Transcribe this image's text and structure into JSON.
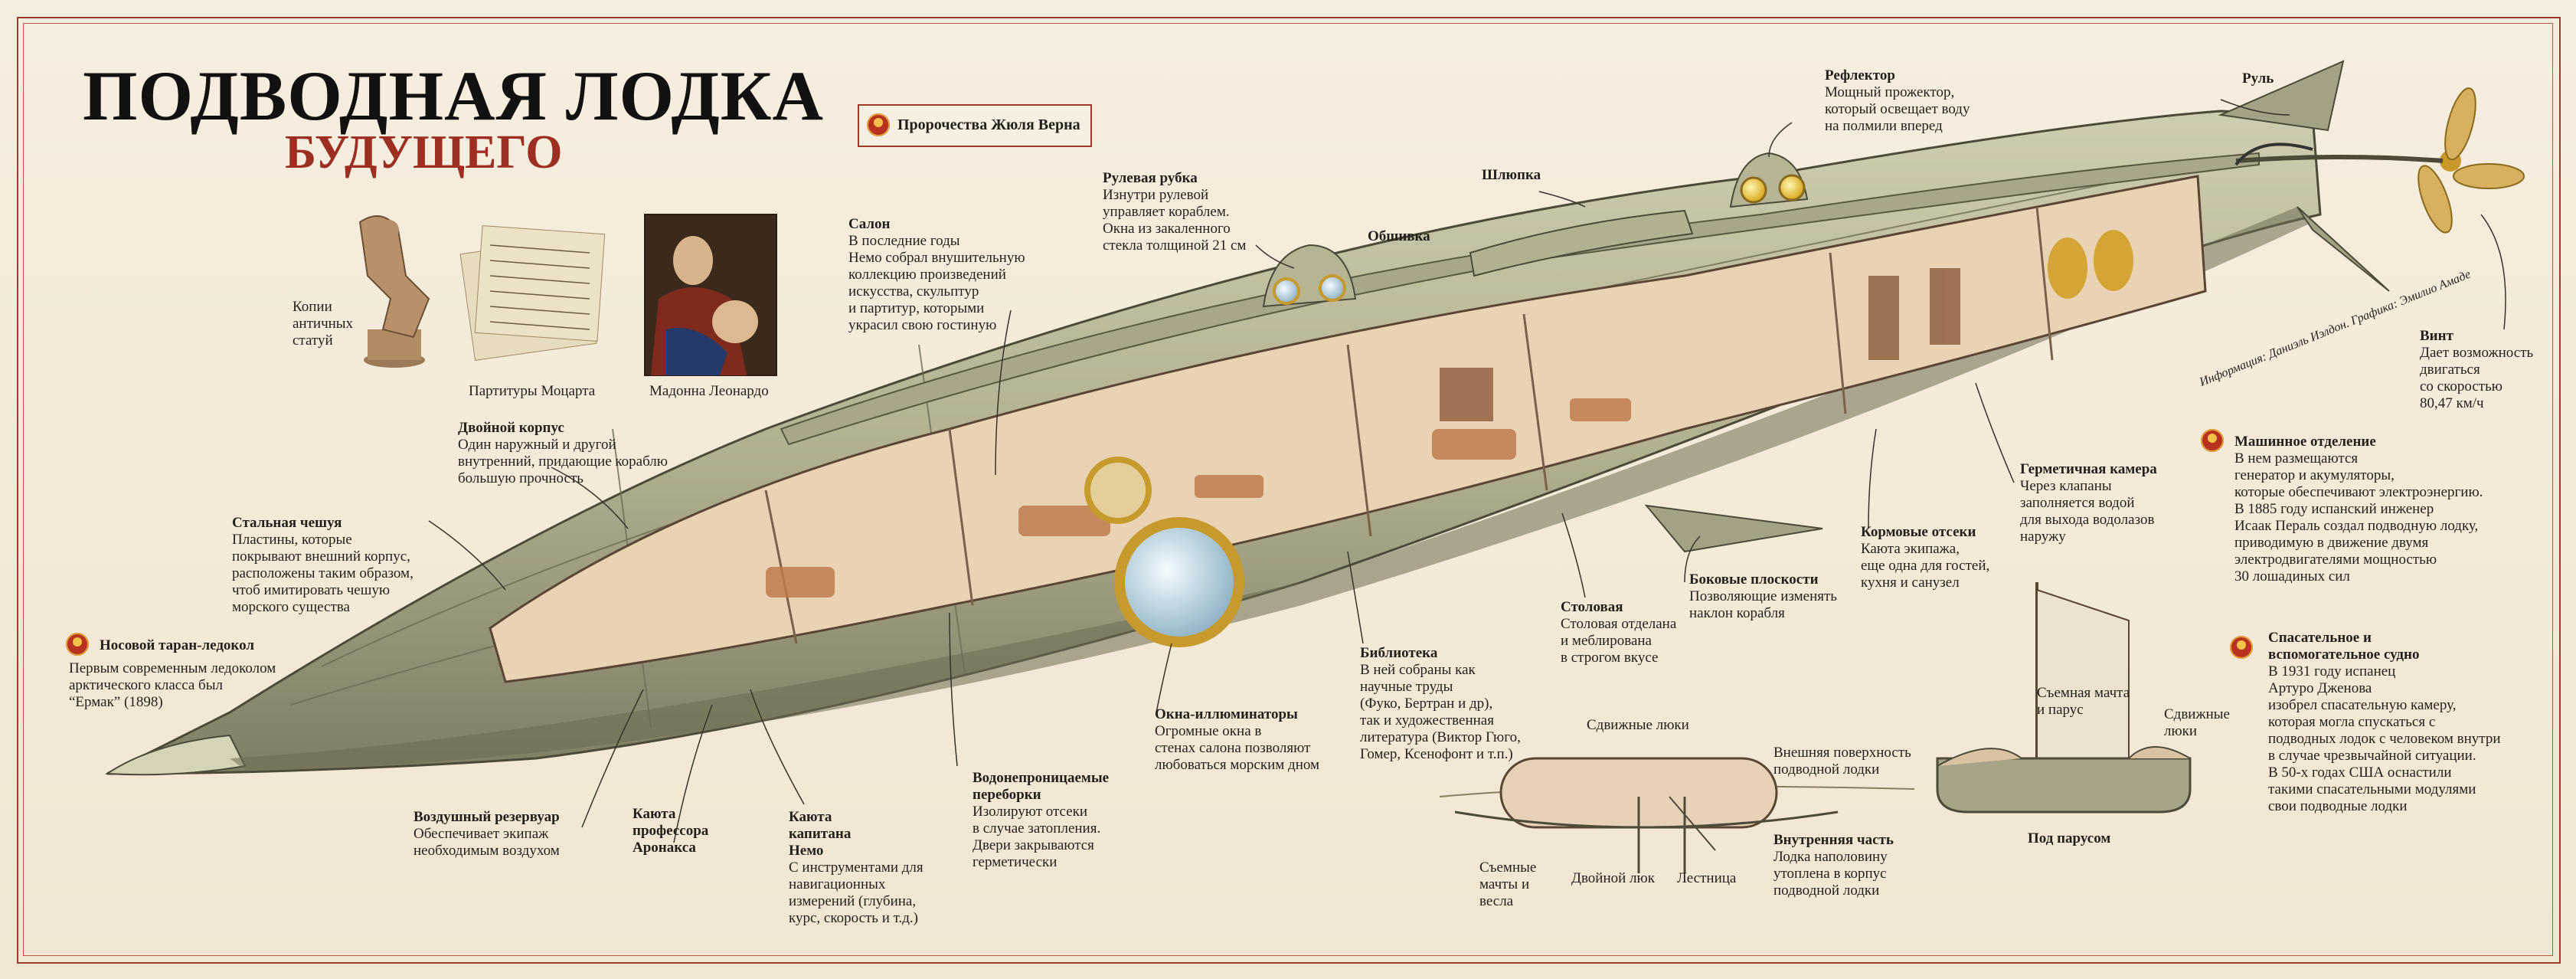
{
  "title": "ПОДВОДНАЯ ЛОДКА",
  "subtitle": "БУДУЩЕГО",
  "verne_badge": "Пророчества Жюля Верна",
  "credits": "Информация: Даниэль Иэлдон. Графика: Эмилио Амаде",
  "art": {
    "statue_caption": [
      "Копии",
      "античных",
      "статуй"
    ],
    "scores_caption": "Партитуры Моцарта",
    "madonna_caption": "Мадонна Леонардо"
  },
  "labels": {
    "reflector": {
      "title": "Рефлектор",
      "lines": [
        "Мощный прожектор,",
        "который освещает воду",
        "на полмили вперед"
      ]
    },
    "rudder": {
      "title": "Руль"
    },
    "boat": {
      "title": "Шлюпка"
    },
    "hull_skin": {
      "title": "Обшивка"
    },
    "wheelhouse": {
      "title": "Рулевая рубка",
      "lines": [
        "Изнутри рулевой",
        "управляет кораблем.",
        "Окна из закаленного",
        "стекла толщиной 21 см"
      ]
    },
    "salon": {
      "title": "Салон",
      "lines": [
        "В последние годы",
        "Немо собрал внушительную",
        "коллекцию произведений",
        "искусства, скульптур",
        "и партитур, которыми",
        "украсил свою гостиную"
      ]
    },
    "double_hull": {
      "title": "Двойной корпус",
      "lines": [
        "Один наружный  и другой",
        "внутренний, придающие кораблю",
        "большую прочность"
      ]
    },
    "steel_scales": {
      "title": "Стальная чешуя",
      "lines": [
        "Пластины, которые",
        "покрывают внешний корпус,",
        "расположены таким образом,",
        "чтоб имитировать чешую",
        "морского существа"
      ]
    },
    "ram": {
      "title": "Носовой таран-ледокол",
      "lines": [
        "Первым современным ледоколом",
        "арктического класса был",
        "“Ермак” (1898)"
      ]
    },
    "air_tank": {
      "title": "Воздушный резервуар",
      "lines": [
        "Обеспечивает экипаж",
        "необходимым воздухом"
      ]
    },
    "aronnax_cabin": {
      "title": "Каюта профессора Аронакса",
      "lines": []
    },
    "nemo_cabin": {
      "title": "Каюта капитана Немо",
      "lines": [
        "С инструментами для",
        "навигационных",
        "измерений (глубина,",
        "курс, скорость и т.д.)"
      ]
    },
    "portholes": {
      "title": "Окна-иллюминаторы",
      "lines": [
        "Огромные окна в",
        "стенах салона позволяют",
        "любоваться морским дном"
      ]
    },
    "bulkheads": {
      "title": "Водонепроницаемые переборки",
      "lines": [
        "Изолируют отсеки",
        "в случае затопления.",
        "Двери закрываются",
        "герметически"
      ]
    },
    "library": {
      "title": "Библиотека",
      "lines": [
        "В ней собраны как",
        "научные труды",
        "(Фуко, Бертран и др),",
        "так и художественная",
        "литература (Виктор Гюго,",
        "Гомер, Ксенофонт и т.п.)"
      ]
    },
    "dining": {
      "title": "Столовая",
      "lines": [
        "Столовая отделана",
        "и меблирована",
        "в строгом вкусе"
      ]
    },
    "side_planes": {
      "title": "Боковые плоскости",
      "lines": [
        "Позволяющие изменять",
        "наклон корабля"
      ]
    },
    "stern_cabins": {
      "title": "Кормовые отсеки",
      "lines": [
        "Каюта экипажа,",
        "еще одна для гостей,",
        "кухня и санузел"
      ]
    },
    "airlock": {
      "title": "Герметичная камера",
      "lines": [
        "Через клапаны",
        "заполняется водой",
        "для выхода водолазов",
        "наружу"
      ]
    },
    "engine_room": {
      "title": "Машинное отделение",
      "lines": [
        "В нем размещаются",
        "генератор и акумуляторы,",
        "которые обеспечивают электроэнергию.",
        "В 1885 году испанский инженер",
        "Исаак Пераль создал подводную лодку,",
        "приводимую в движение двумя",
        "электродвигателями мощностью",
        "30 лошадиных сил"
      ]
    },
    "propeller": {
      "title": "Винт",
      "lines": [
        "Дает возможность",
        "двигаться",
        "со скоростью",
        "80,47 км/ч"
      ]
    },
    "lifeboat": {
      "title": "Спасательное и вспомогательное судно",
      "lines": [
        "В 1931 году испанец",
        "Артуро Дженова",
        "изобрел спасательную камеру,",
        "которая могла спускаться с",
        "подводных лодок с человеком внутри",
        "в случае чрезвычайной ситуации.",
        "В 50-х годах США оснастили",
        "такими спасательными модулями",
        "свои подводные лодки"
      ]
    }
  },
  "lifeboat_diagram": {
    "sliding_hatches_top": "Сдвижные люки",
    "outer_surface": [
      "Внешняя поверхность",
      "подводной лодки"
    ],
    "inner_part_title": "Внутренняя часть",
    "inner_part_lines": [
      "Лодка наполовину",
      "утоплена в корпус",
      "подводной лодки"
    ],
    "removable_masts": [
      "Съемные",
      "мачты и",
      "весла"
    ],
    "double_hatch": "Двойной люк",
    "ladder": "Лестница",
    "removable_mast_sail": [
      "Съемная мачта",
      "и парус"
    ],
    "sliding_hatches_side": [
      "Сдвижные",
      "люки"
    ],
    "under_sail": "Под парусом"
  },
  "colors": {
    "accent": "#9c2f22",
    "hull": "#b9b698",
    "hull_dark": "#8c8a6c",
    "interior": "#e9d2b2",
    "porthole": "#cfe4ec",
    "brass": "#d4a536"
  }
}
